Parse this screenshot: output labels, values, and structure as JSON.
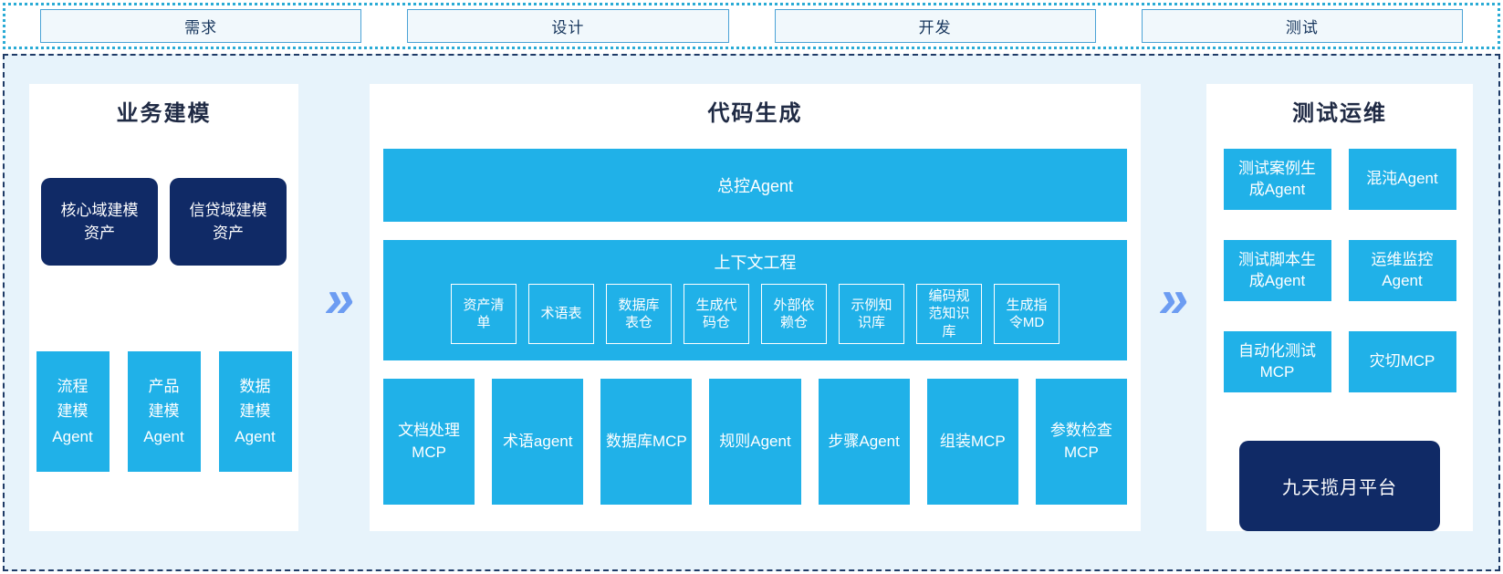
{
  "phases": [
    "需求",
    "设计",
    "开发",
    "测试"
  ],
  "arrow_glyph": "»",
  "business_modeling": {
    "title": "业务建模",
    "asset_boxes": [
      "核心域建模资产",
      "信贷域建模资产"
    ],
    "agent_boxes": [
      "流程建模Agent",
      "产品建模Agent",
      "数据建模Agent"
    ]
  },
  "code_generation": {
    "title": "代码生成",
    "master_agent": "总控Agent",
    "context_engineering": {
      "title": "上下文工程",
      "items": [
        "资产清单",
        "术语表",
        "数据库表仓",
        "生成代码仓",
        "外部依赖仓",
        "示例知识库",
        "编码规范知识库",
        "生成指令MD"
      ]
    },
    "tool_boxes": [
      "文档处理MCP",
      "术语agent",
      "数据库MCP",
      "规则Agent",
      "步骤Agent",
      "组装MCP",
      "参数检查MCP"
    ]
  },
  "test_ops": {
    "title": "测试运维",
    "boxes": [
      "测试案例生成Agent",
      "混沌Agent",
      "测试脚本生成Agent",
      "运维监控Agent",
      "自动化测试MCP",
      "灾切MCP"
    ],
    "platform": "九天揽月平台"
  },
  "colors": {
    "accent_cyan": "#20B1E8",
    "navy": "#102A66",
    "arrow_blue": "#6C9CF2",
    "canvas_background": "#E7F3FB",
    "dashed_border": "#1E3A66",
    "dotted_border": "#2AABD5",
    "phase_border": "#4BA3D6",
    "phase_fill": "#F1F8FC",
    "phase_text": "#17365D"
  }
}
